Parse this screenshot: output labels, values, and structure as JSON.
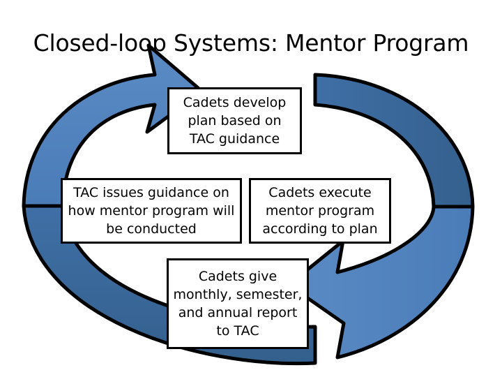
{
  "slide": {
    "title": "Closed-loop Systems: Mentor Program",
    "background_color": "#ffffff",
    "text_color": "#000000"
  },
  "diagram": {
    "type": "closed-loop-cycle",
    "colors": {
      "arrow_light_blue": "#4F81BD",
      "arrow_dark_blue": "#36618E",
      "arrow_outline": "#000000",
      "box_border": "#000000",
      "box_fill": "#ffffff"
    },
    "arrows": [
      {
        "name": "left-curved-arrow",
        "direction": "counter-clockwise-up",
        "points_to": "box-top",
        "fill": "#4F81BD"
      },
      {
        "name": "right-curved-arrow",
        "direction": "clockwise-down",
        "points_to": "box-bottom",
        "fill": "#36618E"
      }
    ],
    "boxes": [
      {
        "id": "box-top",
        "name": "cadets-develop-plan-box",
        "text": "Cadets develop plan based on TAC guidance",
        "position": "top"
      },
      {
        "id": "box-left",
        "name": "tac-issues-guidance-box",
        "text": "TAC issues guidance on how mentor program will be conducted",
        "position": "left"
      },
      {
        "id": "box-right",
        "name": "cadets-execute-box",
        "text": "Cadets execute mentor program according to plan",
        "position": "right"
      },
      {
        "id": "box-bottom",
        "name": "cadets-report-box",
        "text": "Cadets give monthly, semester, and annual report to TAC",
        "position": "bottom"
      }
    ]
  }
}
